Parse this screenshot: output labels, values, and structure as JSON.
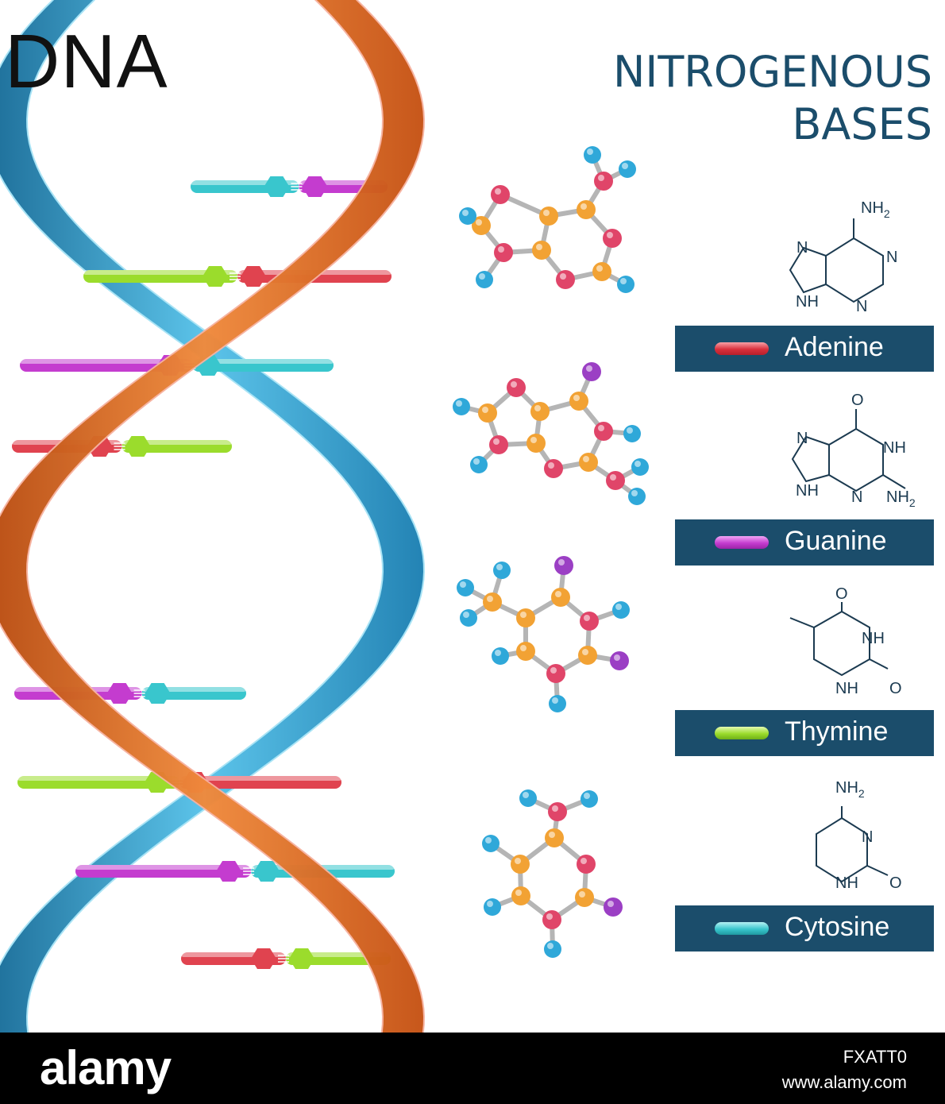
{
  "title": "DNA",
  "heading": {
    "line1": "NITROGENOUS",
    "line2": "BASES"
  },
  "bases": [
    {
      "name": "Adenine",
      "color": "#e0434f",
      "formula_labels": [
        "NH2",
        "N",
        "N",
        "N",
        "NH"
      ]
    },
    {
      "name": "Guanine",
      "color": "#c43ccf",
      "formula_labels": [
        "O",
        "N",
        "NH",
        "N",
        "NH",
        "NH2"
      ]
    },
    {
      "name": "Thymine",
      "color": "#9bdc2c",
      "formula_labels": [
        "O",
        "NH",
        "NH",
        "O"
      ]
    },
    {
      "name": "Cytosine",
      "color": "#39c6cd",
      "formula_labels": [
        "NH2",
        "N",
        "NH",
        "O"
      ]
    }
  ],
  "strand_colors": {
    "orange": "#e0661c",
    "blue": "#2e95c4"
  },
  "atom_colors": {
    "carbon": "#f2a234",
    "nitrogen": "#e04569",
    "hydrogen": "#2fa8d9",
    "oxygen": "#9b3fc4"
  },
  "watermark": {
    "logo": "alamy",
    "image_id": "FXATT0",
    "site": "www.alamy.com"
  }
}
